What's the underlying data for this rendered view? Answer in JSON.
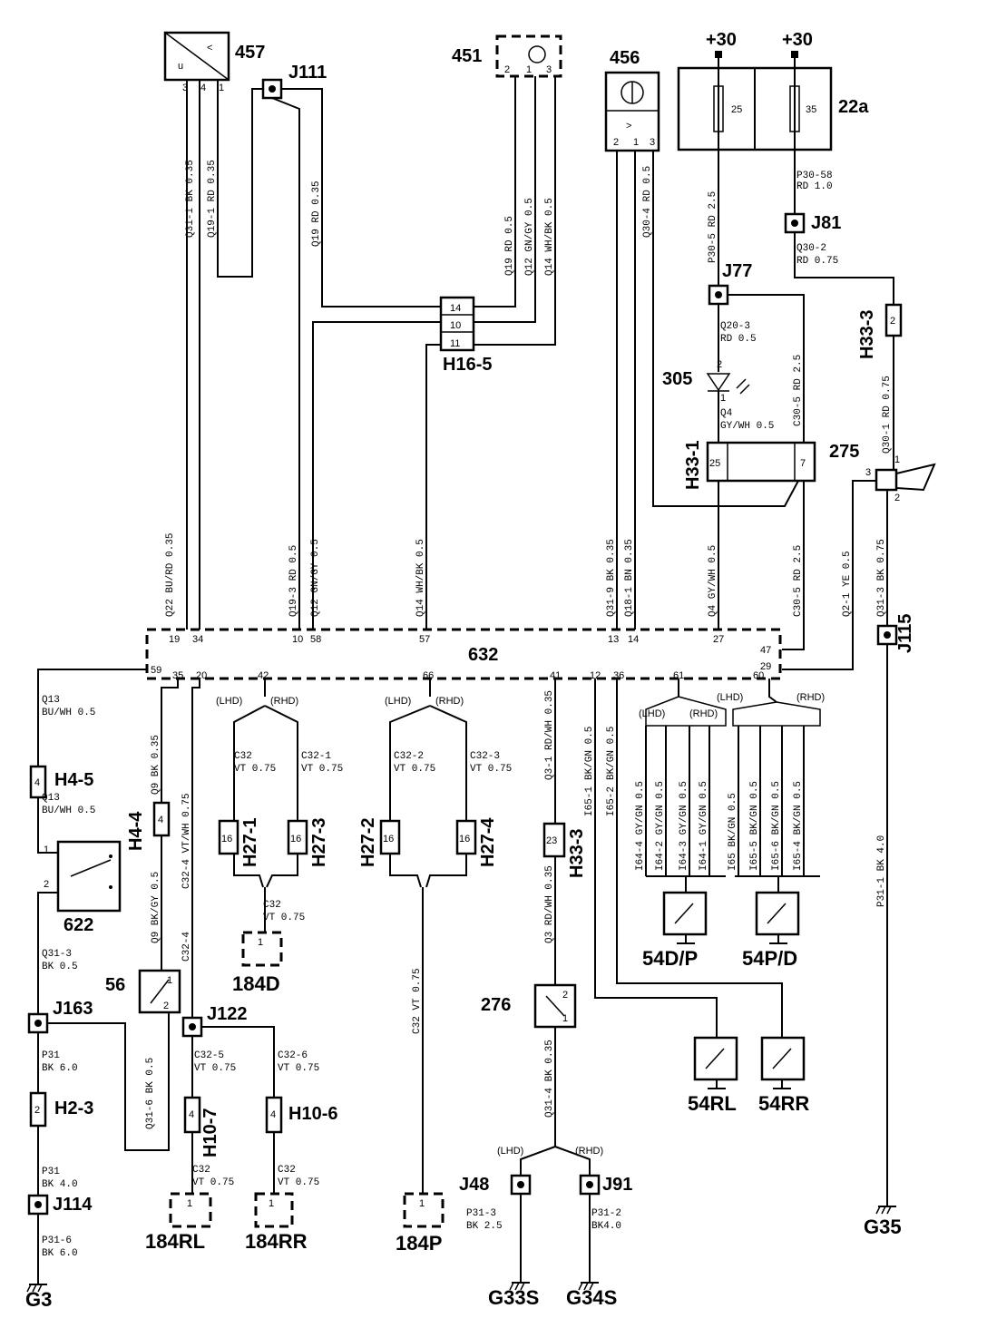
{
  "components": {
    "c457": "457",
    "c451": "451",
    "c456": "456",
    "c22a": "22a",
    "c632": "632",
    "c305": "305",
    "c275": "275",
    "c622": "622",
    "c56": "56",
    "c276": "276",
    "c54dp": "54D/P",
    "c54pd": "54P/D",
    "c54rl": "54RL",
    "c54rr": "54RR",
    "c184d": "184D",
    "c184rl": "184RL",
    "c184rr": "184RR",
    "c184p": "184P"
  },
  "junctions": {
    "j111": "J111",
    "j81": "J81",
    "j77": "J77",
    "j115": "J115",
    "j163": "J163",
    "j122": "J122",
    "j114": "J114",
    "j48": "J48",
    "j91": "J91"
  },
  "connectors": {
    "h16_5": "H16-5",
    "h33_3a": "H33-3",
    "h33_1": "H33-1",
    "h4_5": "H4-5",
    "h4_4": "H4-4",
    "h27_1": "H27-1",
    "h27_3": "H27-3",
    "h27_2": "H27-2",
    "h27_4": "H27-4",
    "h33_3b": "H33-3",
    "h2_3": "H2-3",
    "h10_7": "H10-7",
    "h10_6": "H10-6"
  },
  "grounds": {
    "g35": "G35",
    "g3": "G3",
    "g33s": "G33S",
    "g34s": "G34S"
  },
  "power": {
    "p30a": "+30",
    "p30b": "+30"
  },
  "fuses": {
    "f25": "25",
    "f35": "35"
  },
  "variants": {
    "lhd": "(LHD)",
    "rhd": "(RHD)"
  },
  "wires": {
    "q31_1": "Q31-1  BK 0.35",
    "q19_1": "Q19-1  RD 0.35",
    "q19": "Q19  RD 0.35",
    "q19b": "Q19  RD 0.5",
    "q12": "Q12  GN/GY 0.5",
    "q14": "Q14  WH/BK 0.5",
    "q30_4": "Q30-4  RD 0.5",
    "p30_5": "P30-5  RD 2.5",
    "p30_58a": "P30-58",
    "p30_58b": "RD 1.0",
    "q30_2a": "Q30-2",
    "q30_2b": "RD 0.75",
    "q20_3a": "Q20-3",
    "q20_3b": "RD 0.5",
    "c30_5a": "C30-5  RD 2.5",
    "q4a": "Q4",
    "q4b": "GY/WH 0.5",
    "q30_1": "Q30-1  RD 0.75",
    "q22": "Q22  BU/RD 0.35",
    "q19_3": "Q19-3  RD 0.5",
    "q12b": "Q12  GN/GY 0.5",
    "q14b": "Q14  WH/BK 0.5",
    "q31_9": "Q31-9  BK 0.35",
    "q18_1": "Q18-1  BN 0.35",
    "q4c": "Q4  GY/WH 0.5",
    "c30_5b": "C30-5  RD 2.5",
    "q2_1": "Q2-1  YE 0.5",
    "q31_3": "Q31-3  BK 0.75",
    "q13a": "Q13",
    "q13b": "BU/WH 0.5",
    "q13c": "Q13",
    "q13d": "BU/WH 0.5",
    "q9a": "Q9  BK 0.35",
    "q9b": "Q9  BK/GY 0.5",
    "c32_4": "C32-4  VT/WH 0.75",
    "c32a": "C32",
    "c32b": "VT  0.75",
    "c32_1a": "C32-1",
    "c32_1b": "VT  0.75",
    "c32_2a": "C32-2",
    "c32_2b": "VT  0.75",
    "c32_3a": "C32-3",
    "c32_3b": "VT  0.75",
    "c32c": "C32",
    "c32d": "VT  0.75",
    "c32_vt": "C32  VT  0.75",
    "q3_1": "Q3-1  RD/WH 0.35",
    "q3": "Q3  RD/WH 0.35",
    "q31_4": "Q31-4  BK 0.35",
    "bkgn": "BK/GN 0.5",
    "bkgn2": "BK/GN 0.5",
    "i65_1": "I65-1",
    "i65_2": "I65-2",
    "gygn1": "I64-4  GY/GN 0.5",
    "gygn2": "I64-2  GY/GN 0.5",
    "gygn3": "I64-3  GY/GN 0.5",
    "gygn4": "I64-1  GY/GN 0.5",
    "bkgn3": "I65  BK/GN 0.5",
    "bkgn4": "I65-5  BK/GN 0.5",
    "bkgn5": "I65-6  BK/GN 0.5",
    "bkgn6": "I65-4  BK/GN 0.5",
    "q31_3b": "Q31-3",
    "bk05": "BK  0.5",
    "p31a": "P31",
    "bk60": "BK  6.0",
    "p31b": "P31",
    "bk40": "BK  4.0",
    "p31_6": "P31-6",
    "bk60b": "BK  6.0",
    "q31_6": "Q31-6  BK  0.5",
    "c32_5a": "C32-5",
    "c32_5b": "VT  0.75",
    "c32_6a": "C32-6",
    "c32_6b": "VT  0.75",
    "c32e": "C32",
    "c32f": "VT  0.75",
    "c32g": "C32",
    "c32h": "VT  0.75",
    "p31_3a": "P31-3",
    "p31_3b": "BK  2.5",
    "p31_2a": "P31-2",
    "p31_2b": "BK4.0",
    "p31_1": "P31-1  BK  4.0"
  },
  "pins": {
    "p3": "3",
    "p4": "4",
    "p1": "1",
    "p2": "2",
    "p14": "14",
    "p10": "10",
    "p11": "11",
    "p25": "25",
    "p7": "7",
    "p19": "19",
    "p34": "34",
    "p58": "58",
    "p57": "57",
    "p13": "13",
    "p27": "27",
    "p47": "47",
    "p29": "29",
    "p59": "59",
    "p35": "35",
    "p20": "20",
    "p42": "42",
    "p66": "66",
    "p41": "41",
    "p12": "12",
    "p36": "36",
    "p61": "61",
    "p60": "60",
    "p16": "16",
    "p23": "23"
  }
}
